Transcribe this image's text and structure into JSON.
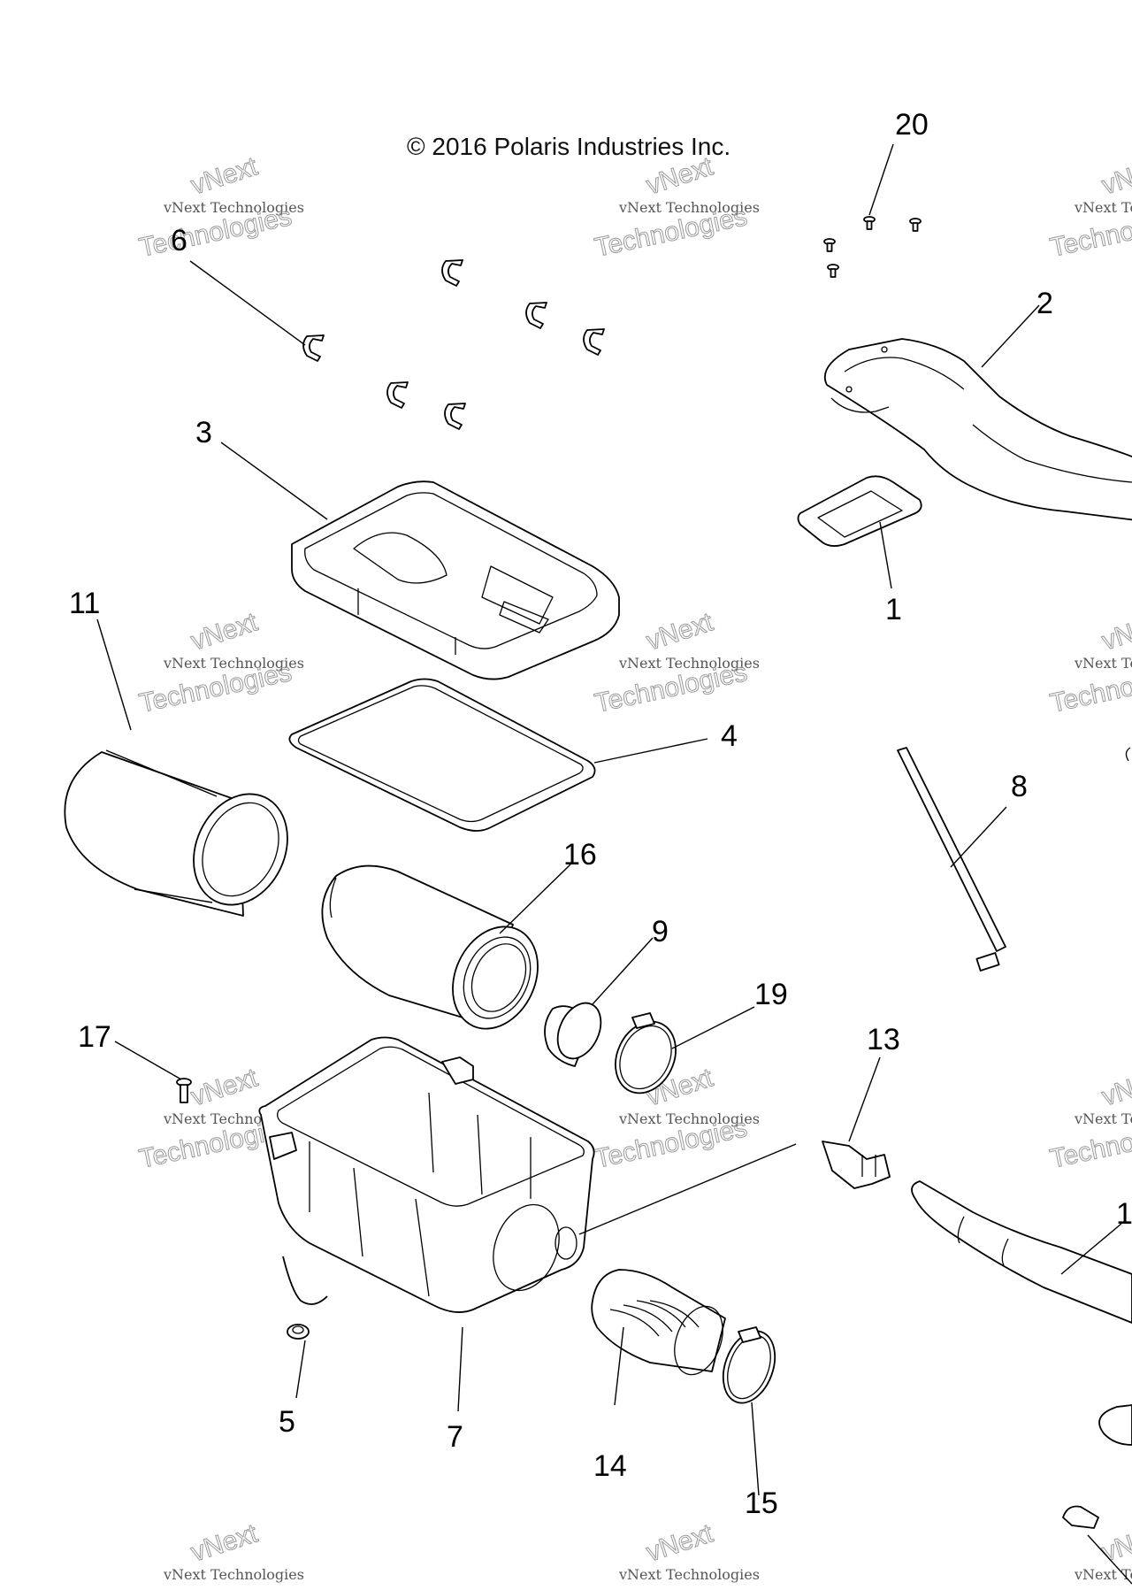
{
  "copyright": "© 2016 Polaris Industries Inc.",
  "watermark": {
    "line1": "vNext Technologies",
    "line2": "Technologies",
    "line3": "vNext"
  },
  "callouts": [
    "1",
    "2",
    "3",
    "4",
    "5",
    "6",
    "7",
    "8",
    "9",
    "11",
    "13",
    "14",
    "15",
    "16",
    "17",
    "19",
    "20"
  ],
  "partial_callouts": [
    "1"
  ]
}
